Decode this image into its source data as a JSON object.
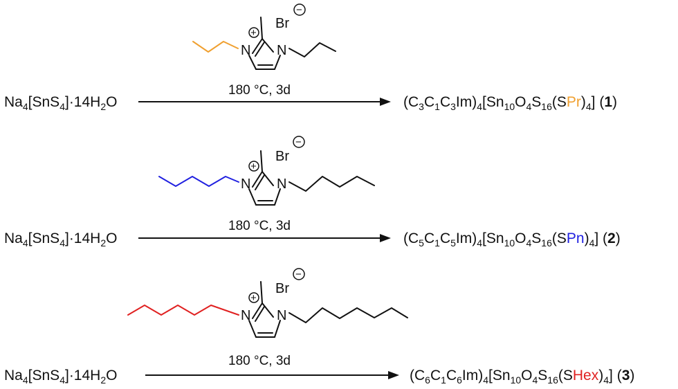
{
  "atoms": {
    "n": "N",
    "br": "Br",
    "plus": "+",
    "minus": "−"
  },
  "reactions": [
    {
      "id": 1,
      "chain_color": "#F0A030",
      "reactant": {
        "pre": "Na",
        "s1": "4",
        "mid1": "[SnS",
        "s2": "4",
        "mid2": "]·14H",
        "s3": "2",
        "post": "O"
      },
      "conditions": "180 °C, 3d",
      "product": {
        "p1": "(C",
        "s1": "3",
        "p2": "C",
        "s2": "1",
        "p3": "C",
        "s3": "3",
        "p4": "Im)",
        "s4": "4",
        "p5": "[Sn",
        "s5": "10",
        "p6": "O",
        "s6": "4",
        "p7": "S",
        "s7": "16",
        "p8": "(S",
        "ligand": "Pr",
        "p9": ")",
        "s9": "4",
        "p10": "] (",
        "num": "1",
        "p11": ")"
      }
    },
    {
      "id": 2,
      "chain_color": "#2020E0",
      "reactant": {
        "pre": "Na",
        "s1": "4",
        "mid1": "[SnS",
        "s2": "4",
        "mid2": "]·14H",
        "s3": "2",
        "post": "O"
      },
      "conditions": "180 °C, 3d",
      "product": {
        "p1": "(C",
        "s1": "5",
        "p2": "C",
        "s2": "1",
        "p3": "C",
        "s3": "5",
        "p4": "Im)",
        "s4": "4",
        "p5": "[Sn",
        "s5": "10",
        "p6": "O",
        "s6": "4",
        "p7": "S",
        "s7": "16",
        "p8": "(S",
        "ligand": "Pn",
        "p9": ")",
        "s9": "4",
        "p10": "] (",
        "num": "2",
        "p11": ")"
      }
    },
    {
      "id": 3,
      "chain_color": "#E02020",
      "reactant": {
        "pre": "Na",
        "s1": "4",
        "mid1": "[SnS",
        "s2": "4",
        "mid2": "]·14H",
        "s3": "2",
        "post": "O"
      },
      "conditions": "180 °C, 3d",
      "product": {
        "p1": "(C",
        "s1": "6",
        "p2": "C",
        "s2": "1",
        "p3": "C",
        "s3": "6",
        "p4": "Im)",
        "s4": "4",
        "p5": "[Sn",
        "s5": "10",
        "p6": "O",
        "s6": "4",
        "p7": "S",
        "s7": "16",
        "p8": "(S",
        "ligand": "Hex",
        "p9": ")",
        "s9": "4",
        "p10": "] (",
        "num": "3",
        "p11": ")"
      }
    }
  ]
}
